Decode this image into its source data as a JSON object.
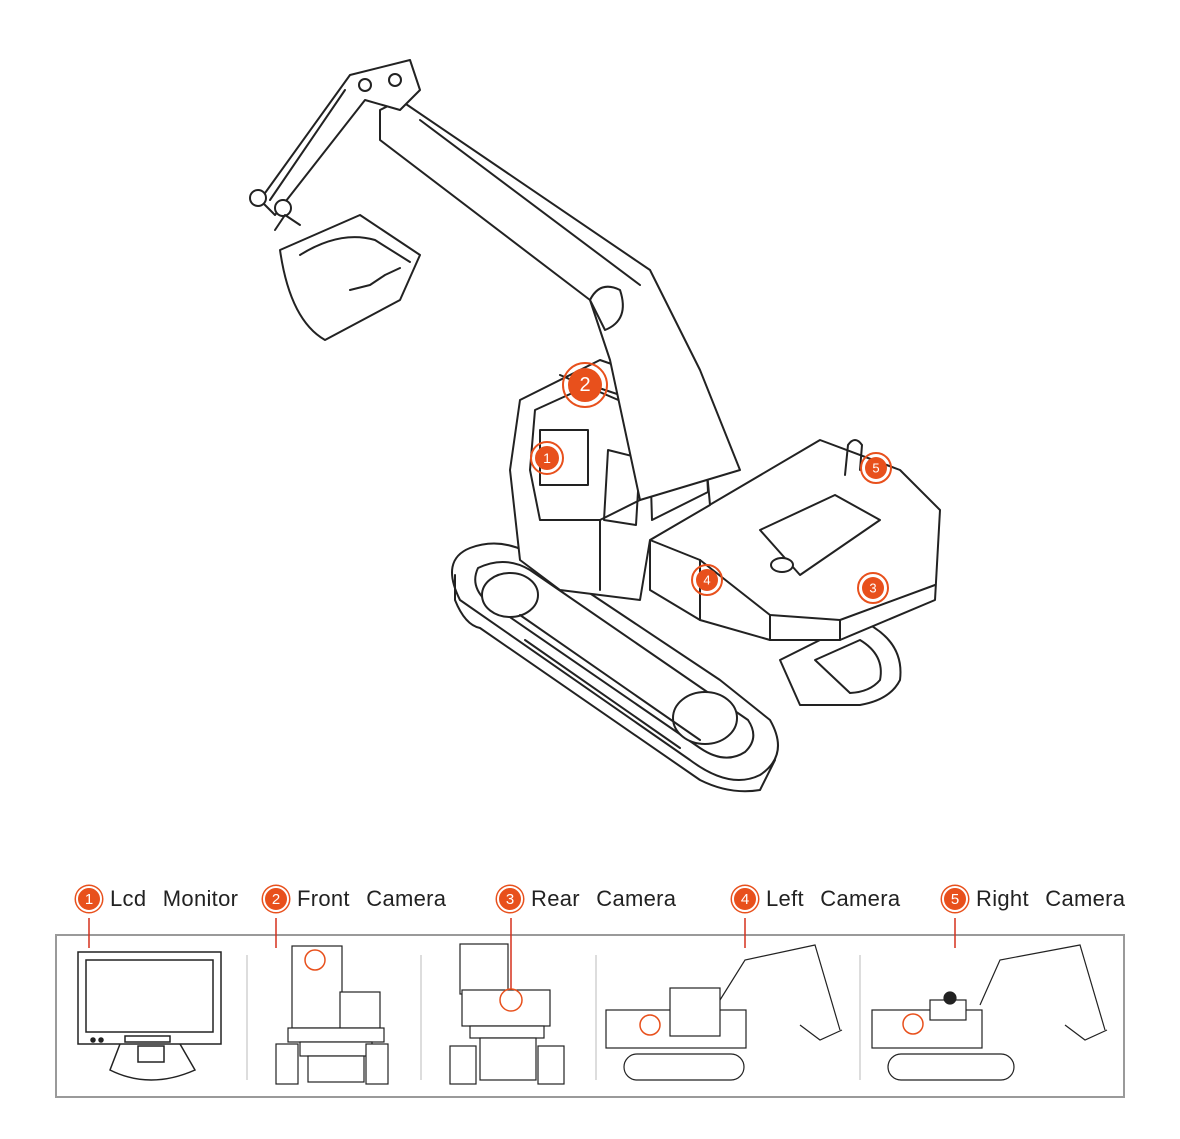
{
  "colors": {
    "accent": "#e8501c",
    "line": "#222222",
    "panel_border": "#9a9a9a",
    "leader": "#d6301c"
  },
  "callouts": [
    {
      "number": "1",
      "part": "Lcd Monitor"
    },
    {
      "number": "2",
      "part": "Front Camera"
    },
    {
      "number": "3",
      "part": "Rear Camera"
    },
    {
      "number": "4",
      "part": "Left Camera"
    },
    {
      "number": "5",
      "part": "Right Camera"
    }
  ],
  "legend": [
    {
      "number": "1",
      "label": "Lcd Monitor",
      "thumbnail": "monitor-thumbnail"
    },
    {
      "number": "2",
      "label": "Front Camera",
      "thumbnail": "excavator-front-view"
    },
    {
      "number": "3",
      "label": "Rear Camera",
      "thumbnail": "excavator-rear-view"
    },
    {
      "number": "4",
      "label": "Left Camera",
      "thumbnail": "excavator-left-side-view"
    },
    {
      "number": "5",
      "label": "Right Camera",
      "thumbnail": "excavator-right-side-view"
    }
  ]
}
